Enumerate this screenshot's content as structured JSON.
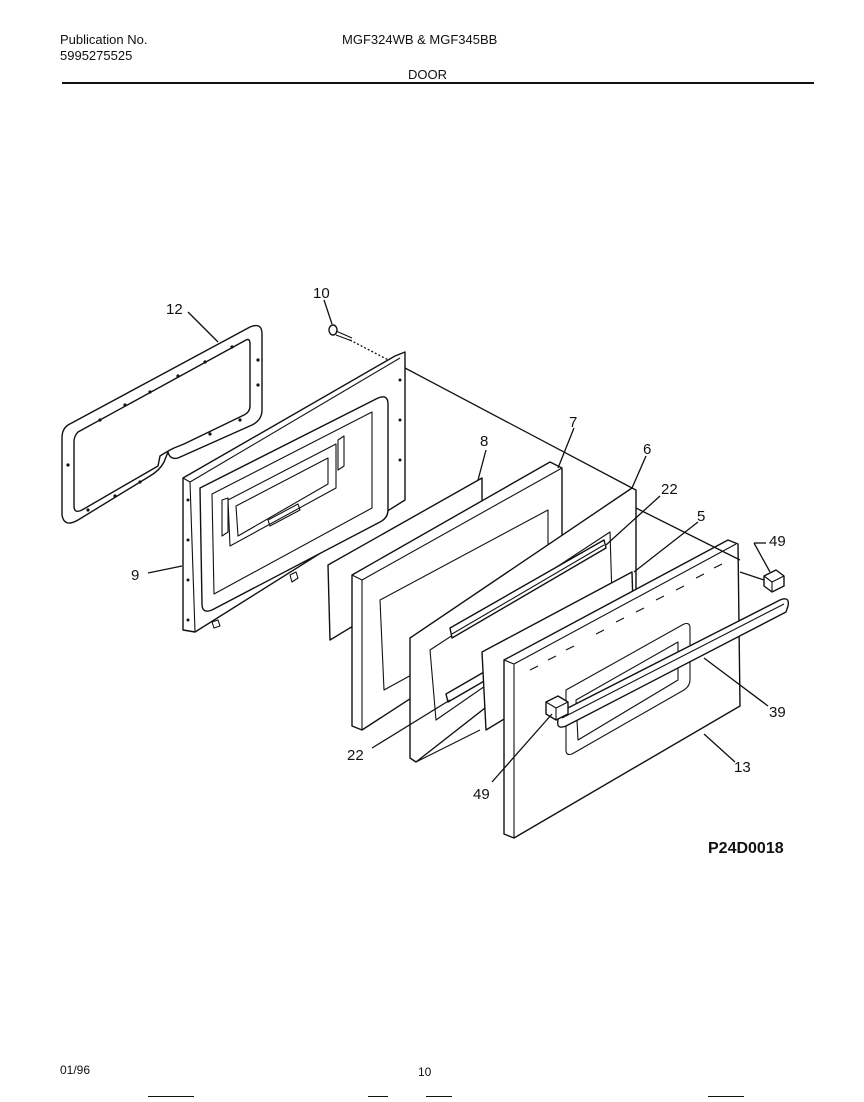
{
  "header": {
    "publication_label": "Publication No.",
    "publication_number": "5995275525",
    "models": "MGF324WB & MGF345BB",
    "section": "DOOR"
  },
  "diagram": {
    "code": "P24D0018",
    "callouts": {
      "c12": "12",
      "c10": "10",
      "c8": "8",
      "c7": "7",
      "c6": "6",
      "c22a": "22",
      "c5": "5",
      "c49a": "49",
      "c9": "9",
      "c39": "39",
      "c22b": "22",
      "c13": "13",
      "c49b": "49"
    }
  },
  "footer": {
    "date": "01/96",
    "page": "10"
  }
}
